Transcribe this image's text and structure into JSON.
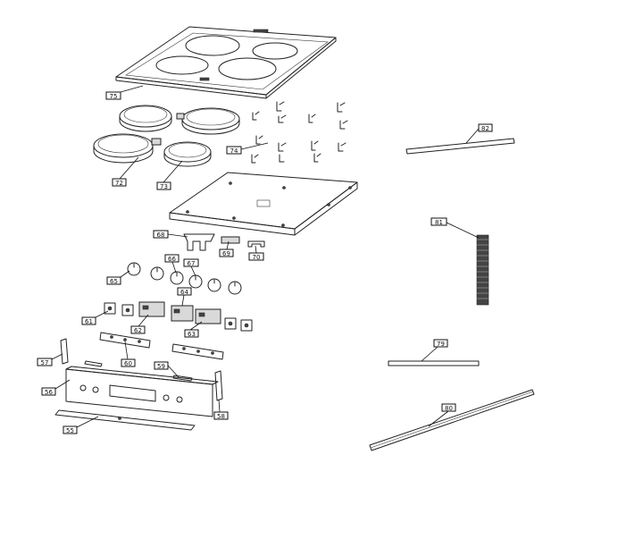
{
  "diagram": {
    "callouts": [
      {
        "id": "c75",
        "label": "75"
      },
      {
        "id": "c74",
        "label": "74"
      },
      {
        "id": "c73",
        "label": "73"
      },
      {
        "id": "c72",
        "label": "72"
      },
      {
        "id": "c68",
        "label": "68"
      },
      {
        "id": "c69",
        "label": "69"
      },
      {
        "id": "c70",
        "label": "70"
      },
      {
        "id": "c66",
        "label": "66"
      },
      {
        "id": "c67",
        "label": "67"
      },
      {
        "id": "c65",
        "label": "65"
      },
      {
        "id": "c64",
        "label": "64"
      },
      {
        "id": "c61",
        "label": "61"
      },
      {
        "id": "c62",
        "label": "62"
      },
      {
        "id": "c63",
        "label": "63"
      },
      {
        "id": "c60",
        "label": "60"
      },
      {
        "id": "c59",
        "label": "59"
      },
      {
        "id": "c57",
        "label": "57"
      },
      {
        "id": "c56",
        "label": "56"
      },
      {
        "id": "c58",
        "label": "58"
      },
      {
        "id": "c55",
        "label": "55"
      },
      {
        "id": "c82",
        "label": "82"
      },
      {
        "id": "c81",
        "label": "81"
      },
      {
        "id": "c79",
        "label": "79"
      },
      {
        "id": "c80",
        "label": "80"
      }
    ]
  }
}
